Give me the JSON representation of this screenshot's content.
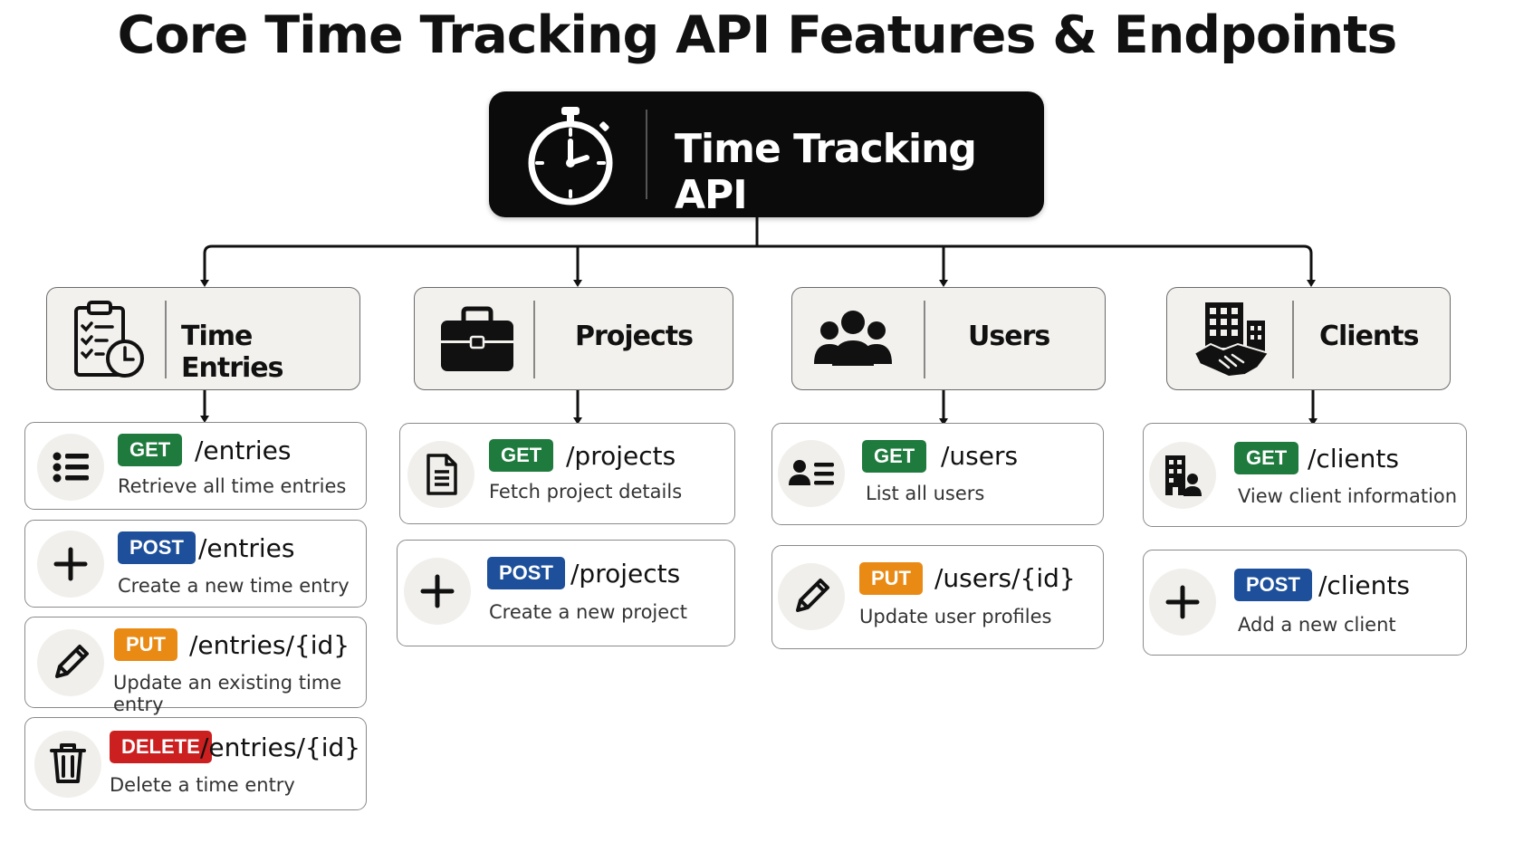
{
  "title": "Core Time Tracking API Features & Endpoints",
  "root": {
    "label": "Time Tracking API",
    "icon": "stopwatch-icon"
  },
  "categories": [
    {
      "label": "Time Entries",
      "icon": "clipboard-clock-icon",
      "endpoints": [
        {
          "method": "GET",
          "path": "/entries",
          "description": "Retrieve all time entries",
          "icon": "list-icon"
        },
        {
          "method": "POST",
          "path": "/entries",
          "description": "Create a new time entry",
          "icon": "plus-icon"
        },
        {
          "method": "PUT",
          "path": "/entries/{id}",
          "description": "Update an existing time entry",
          "icon": "pencil-icon"
        },
        {
          "method": "DELETE",
          "path": "/entries/{id}",
          "description": "Delete a time entry",
          "icon": "trash-icon"
        }
      ]
    },
    {
      "label": "Projects",
      "icon": "briefcase-icon",
      "endpoints": [
        {
          "method": "GET",
          "path": "/projects",
          "description": "Fetch project details",
          "icon": "document-icon"
        },
        {
          "method": "POST",
          "path": "/projects",
          "description": "Create a new project",
          "icon": "plus-icon"
        }
      ]
    },
    {
      "label": "Users",
      "icon": "users-group-icon",
      "endpoints": [
        {
          "method": "GET",
          "path": "/users",
          "description": "List all users",
          "icon": "user-list-icon"
        },
        {
          "method": "PUT",
          "path": "/users/{id}",
          "description": "Update user profiles",
          "icon": "pencil-icon"
        }
      ]
    },
    {
      "label": "Clients",
      "icon": "building-handshake-icon",
      "endpoints": [
        {
          "method": "GET",
          "path": "/clients",
          "description": "View client information",
          "icon": "building-user-icon"
        },
        {
          "method": "POST",
          "path": "/clients",
          "description": "Add a new client",
          "icon": "plus-icon"
        }
      ]
    }
  ],
  "colors": {
    "get": "#1f7a3d",
    "post": "#1d4f9a",
    "put": "#e98a14",
    "delete": "#cc1f1f",
    "root_background": "#0b0b0b",
    "category_background": "#f3f1ed"
  }
}
